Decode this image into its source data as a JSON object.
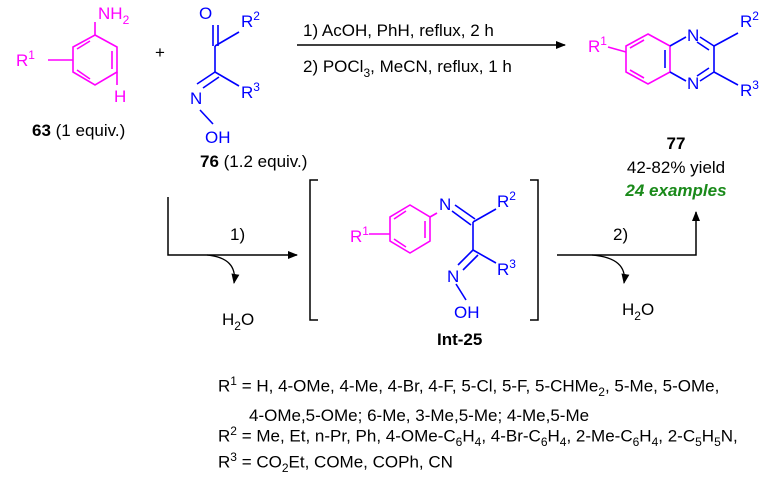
{
  "colors": {
    "magenta": "#ff00ff",
    "blue": "#0000ff",
    "green": "#1a8a1a",
    "black": "#000000"
  },
  "reactant_aniline": {
    "amine": "NH",
    "amine_sub": "2",
    "hydrogen": "H",
    "r_label": "R",
    "r_sup": "1",
    "label_bold": "63",
    "label_rest": " (1 equiv.)"
  },
  "plus": "+",
  "reactant_oxime": {
    "carbonyl_o": "O",
    "r2": "R",
    "r2_sup": "2",
    "r3": "R",
    "r3_sup": "3",
    "oxime_n": "N",
    "oxime_oh": "OH",
    "label_bold": "76",
    "label_rest": " (1.2 equiv.)"
  },
  "conditions": {
    "step1": "1) AcOH, PhH, reflux, 2 h",
    "step2_a": "2) POCl",
    "step2_sub": "3",
    "step2_b": ", MeCN, reflux, 1 h"
  },
  "product": {
    "n_top": "N",
    "n_bottom": "N",
    "r1": "R",
    "r1_sup": "1",
    "r2": "R",
    "r2_sup": "2",
    "r3": "R",
    "r3_sup": "3",
    "label": "77",
    "yield": "42-82% yield",
    "examples": "24 examples"
  },
  "intermediate": {
    "r1": "R",
    "r1_sup": "1",
    "imine_n": "N",
    "r2": "R",
    "r2_sup": "2",
    "r3": "R",
    "r3_sup": "3",
    "oxime_n": "N",
    "oxime_oh": "OH",
    "label": "Int-25"
  },
  "step_arrow_1": {
    "label": "1)",
    "water": "H",
    "water_sub": "2",
    "water_o": "O"
  },
  "step_arrow_2": {
    "label": "2)",
    "water": "H",
    "water_sub": "2",
    "water_o": "O"
  },
  "substituents": {
    "r1_head": "R",
    "r1_sup": "1",
    "r1_line1_a": " = H, 4-OMe, 4-Me, 4-Br, 4-F, 5-Cl, 5-F, 5-CHMe",
    "r1_line1_sub": "2",
    "r1_line1_b": ", 5-Me, 5-OMe,",
    "r1_line2": "4-OMe,5-OMe; 6-Me, 3-Me,5-Me; 4-Me,5-Me",
    "r2_head": "R",
    "r2_sup": "2",
    "r2_a": " = Me, Et, n-Pr, Ph, 4-OMe-C",
    "r2_s1": "6",
    "r2_b": "H",
    "r2_s2": "4",
    "r2_c": ", 4-Br-C",
    "r2_s3": "6",
    "r2_d": "H",
    "r2_s4": "4",
    "r2_e": ", 2-Me-C",
    "r2_s5": "6",
    "r2_f": "H",
    "r2_s6": "4",
    "r2_g": ", 2-C",
    "r2_s7": "5",
    "r2_h": "H",
    "r2_s8": "5",
    "r2_i": "N,",
    "r3_head": "R",
    "r3_sup": "3",
    "r3_a": " = CO",
    "r3_sub": "2",
    "r3_b": "Et, COMe, COPh, CN"
  }
}
